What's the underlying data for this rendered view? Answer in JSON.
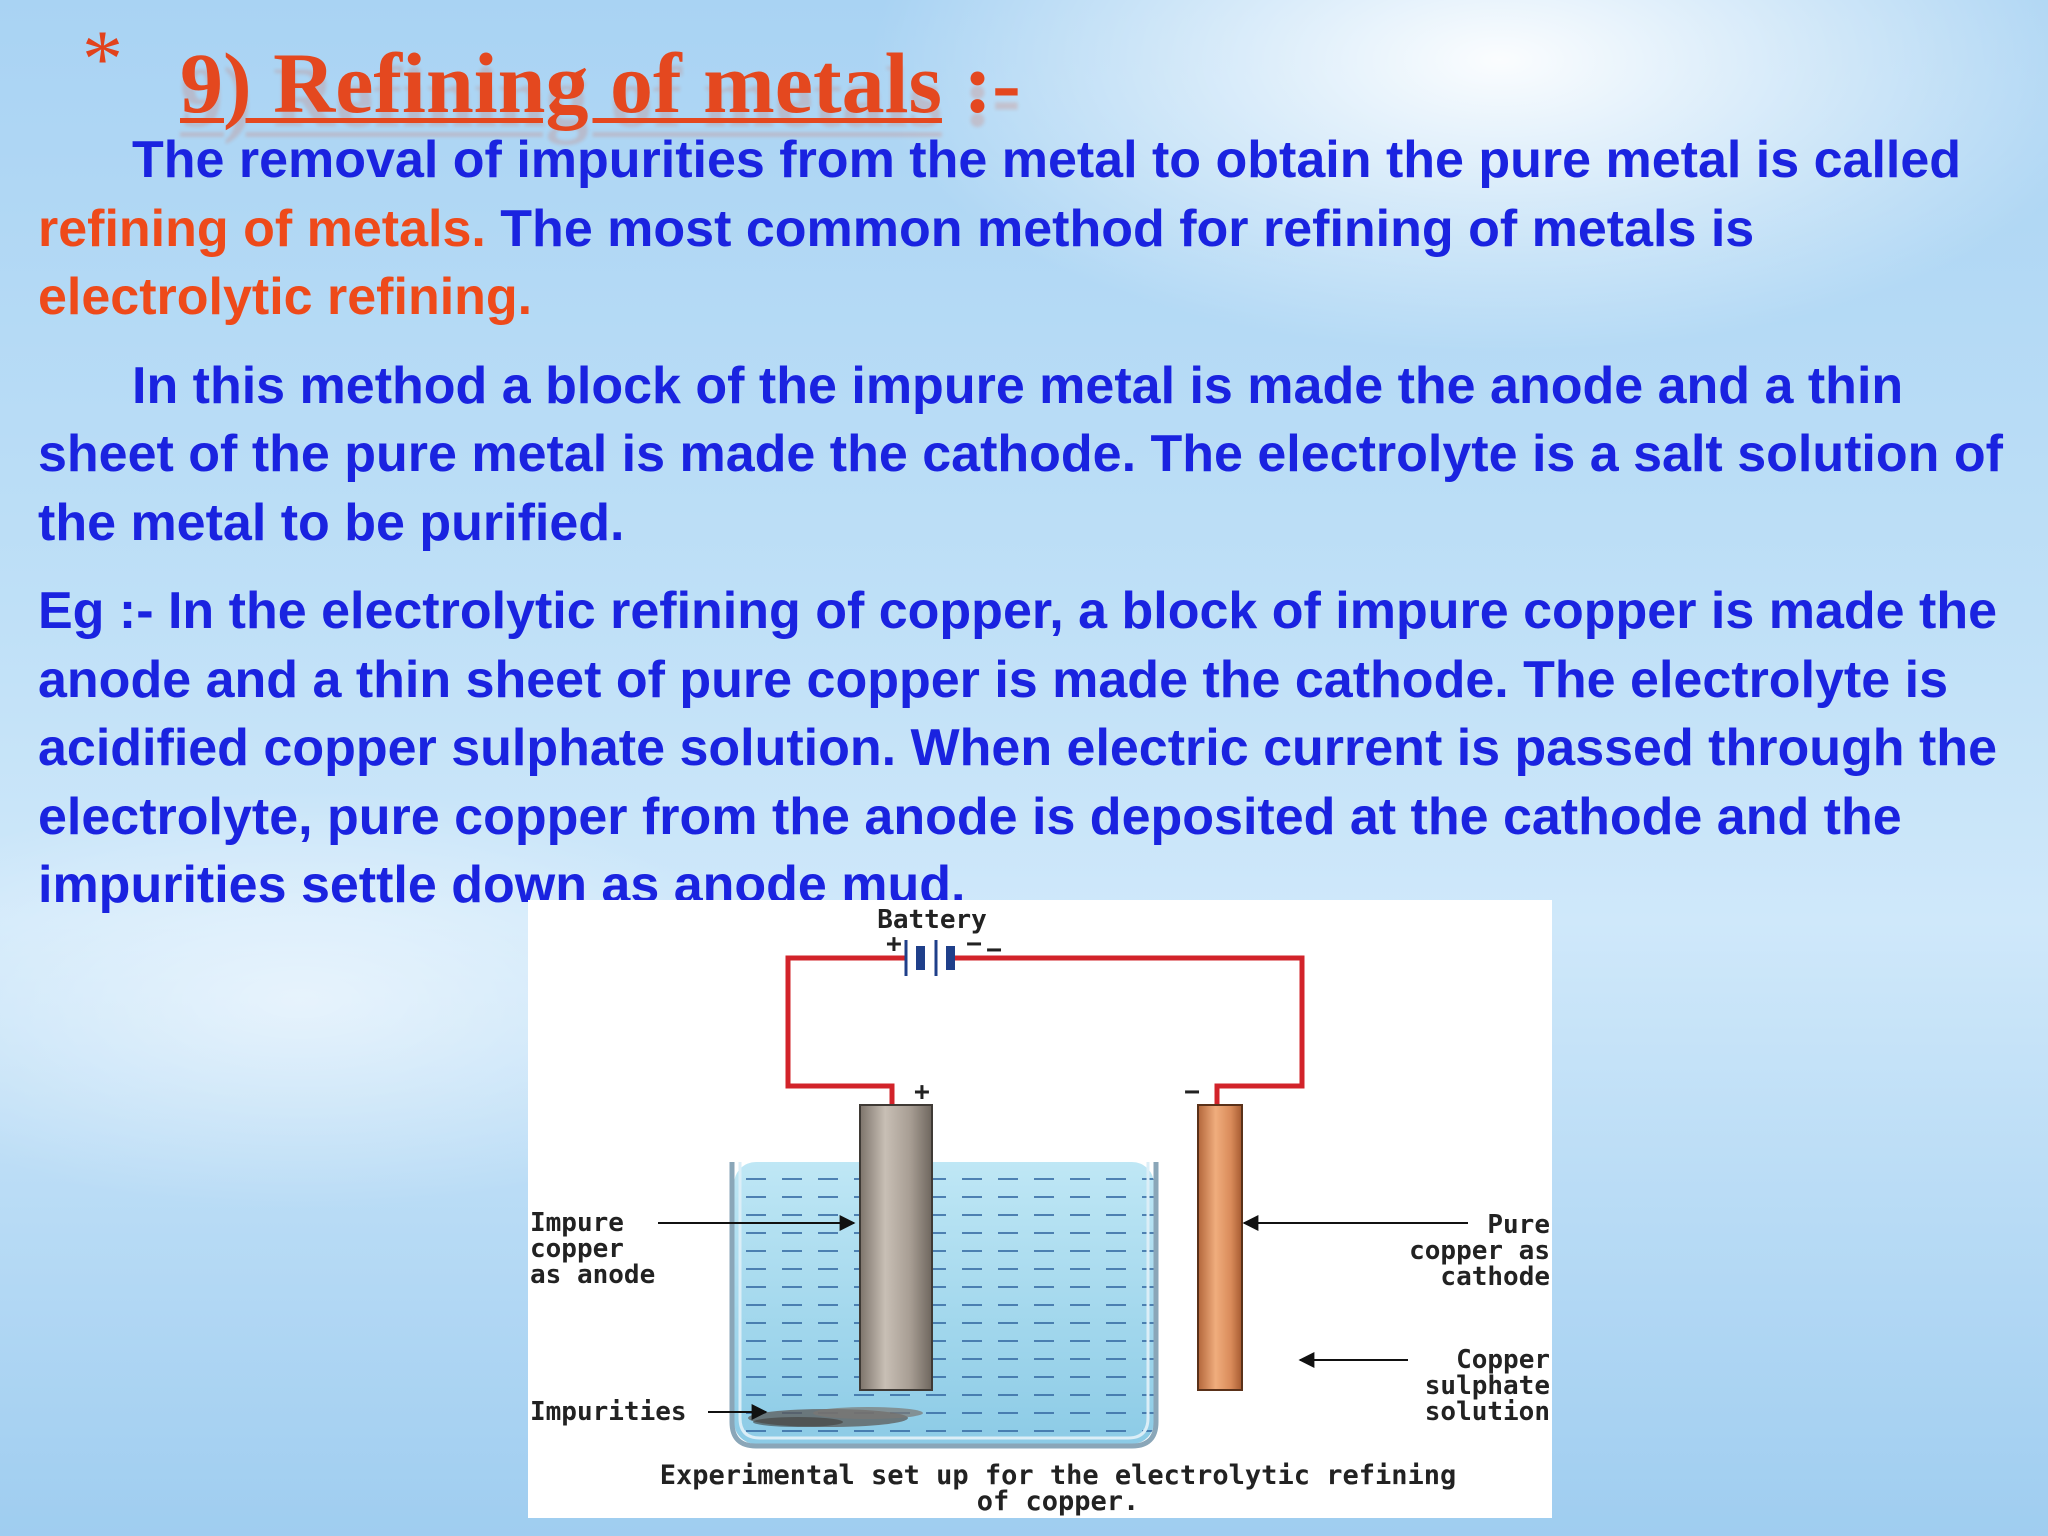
{
  "slide": {
    "bullet": "*",
    "title": {
      "main": "9) Refining of metals",
      "suffix": " :-"
    },
    "paragraph1": {
      "part1": "The removal of impurities from the metal to obtain the pure metal is called ",
      "highlight1": "refining of metals.",
      "part2": " The most common method for refining of metals is ",
      "highlight2": "electrolytic refining."
    },
    "paragraph2": "In this method a block of the impure metal is made the anode and a thin sheet of the pure metal is made the cathode. The electrolyte is a salt solution of the metal to be purified.",
    "paragraph3": "Eg :- In the electrolytic refining of copper, a block of impure copper is made the anode and a thin sheet of pure copper is made the cathode. The electrolyte is acidified copper sulphate solution. When electric current is passed through the electrolyte, pure copper from the anode is deposited at the cathode and the impurities settle down as anode mud."
  },
  "diagram": {
    "battery_label": "Battery",
    "plus": "+",
    "minus": "−",
    "anode_label": [
      "Impure",
      "copper",
      "as anode"
    ],
    "cathode_label": [
      "Pure",
      "copper as",
      "cathode"
    ],
    "solution_label": [
      "Copper",
      "sulphate",
      "solution"
    ],
    "impurities_label": "Impurities",
    "caption": [
      "Experimental set up for the electrolytic refining",
      "of copper."
    ],
    "colors": {
      "wire": "#d2232a",
      "anode": "#a79d93",
      "cathode": "#d98b5a",
      "solution": "#a6dcf0",
      "dash": "#3b6fa6",
      "battery_plate": "#1f3f8a"
    }
  }
}
